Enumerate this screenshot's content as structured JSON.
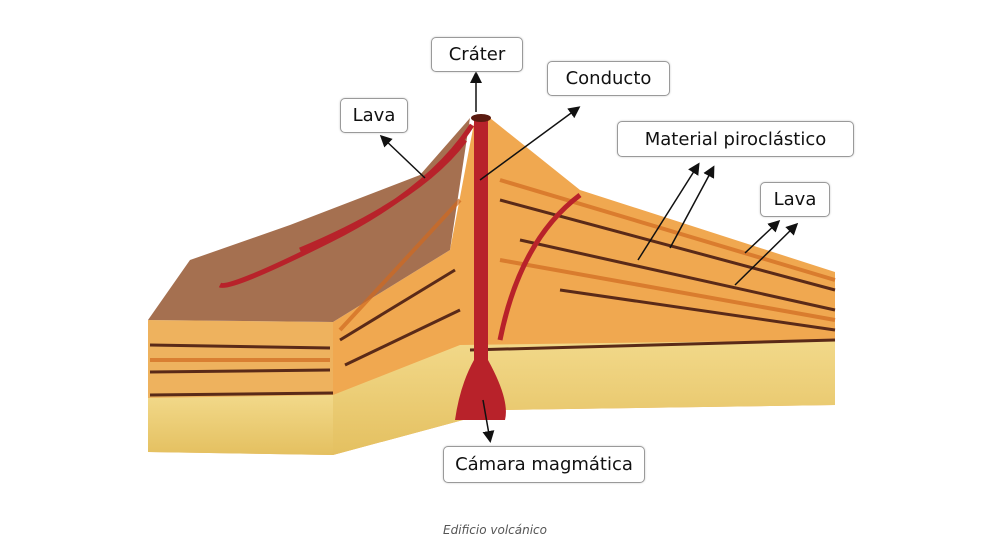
{
  "labels": {
    "crater": "Cráter",
    "conduit": "Conducto",
    "lava_left": "Lava",
    "pyroclastic": "Material piroclástico",
    "lava_right": "Lava",
    "magma_chamber": "Cámara magmática"
  },
  "caption": "Edificio volcánico",
  "colors": {
    "orange": "#e8923a",
    "yellow": "#ecd27a",
    "brown": "#8a5a3a",
    "red": "#b8222a"
  }
}
